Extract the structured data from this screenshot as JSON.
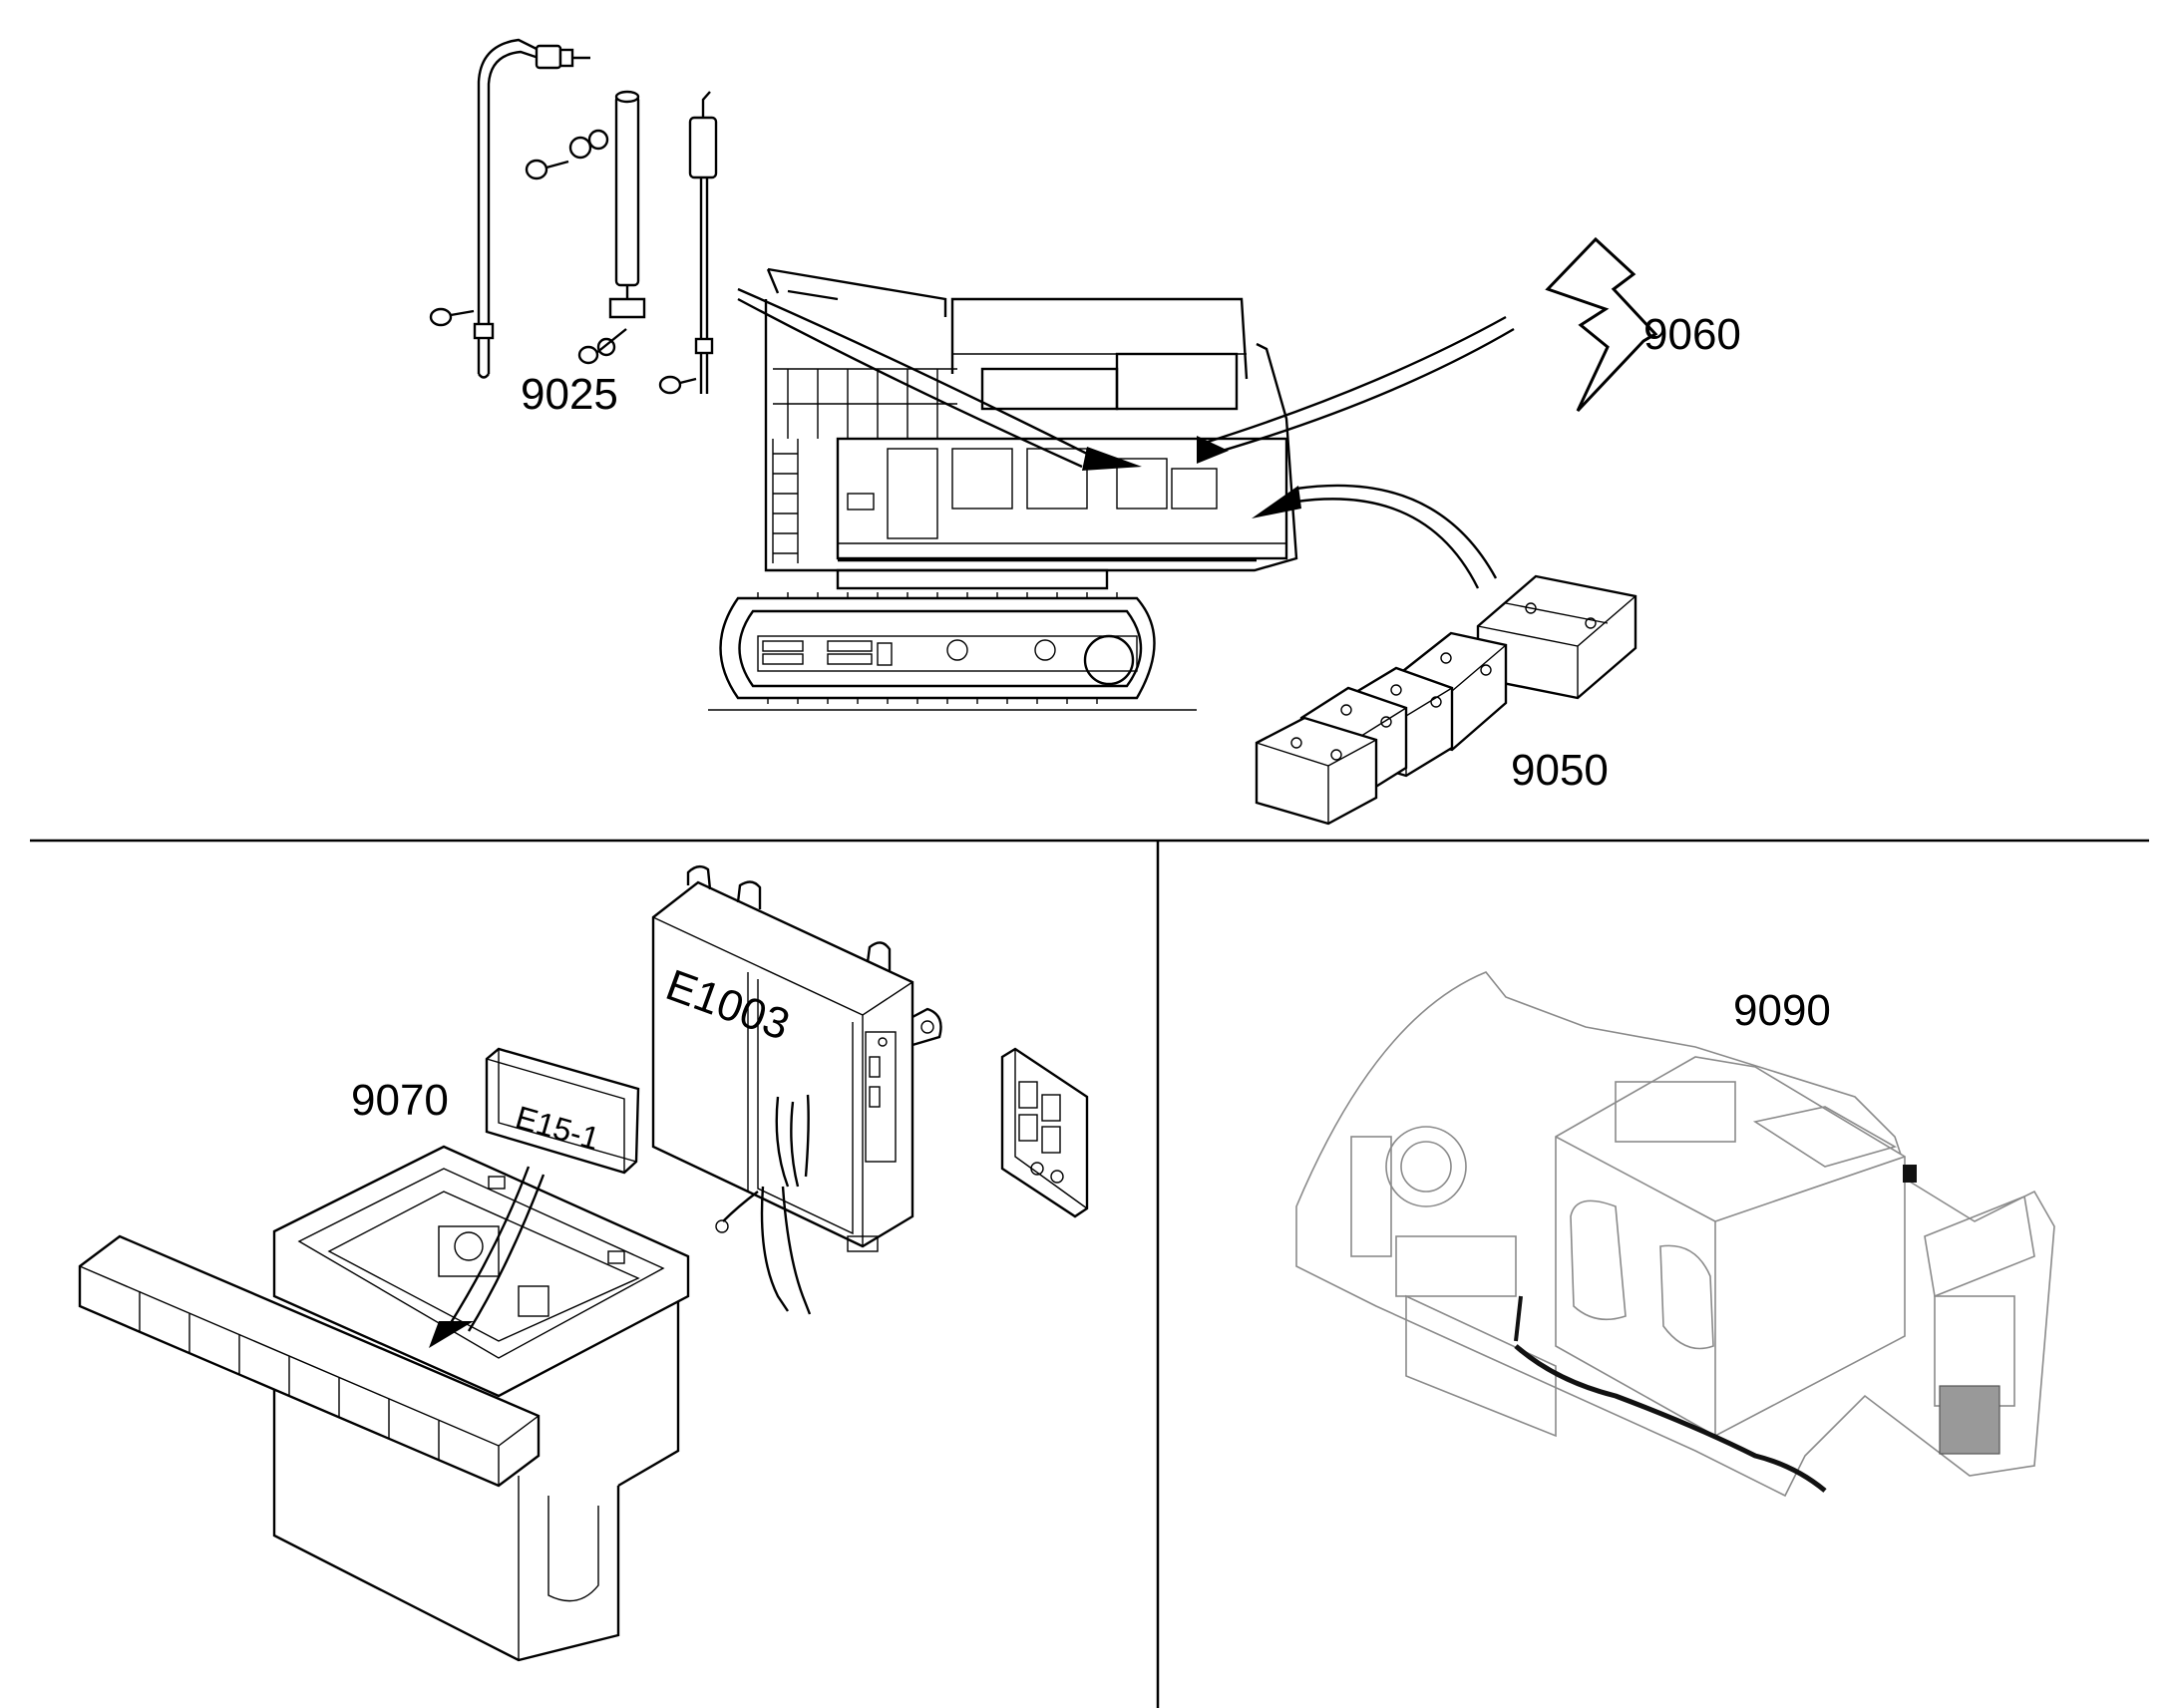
{
  "callouts": {
    "antenna_mast": "9025",
    "lightning_protection": "9060",
    "batteries": "9050",
    "label_plate": "9070",
    "cabinet_designation": "E1003",
    "plate_text": "E15-1",
    "cable_harness": "9090"
  },
  "icons": [
    "antenna-mast-icon",
    "lightning-bolt-icon",
    "excavator-icon",
    "battery-icon",
    "electrical-cabinet-icon",
    "junction-box-icon",
    "platform-frame-icon",
    "engine-module-icon"
  ]
}
